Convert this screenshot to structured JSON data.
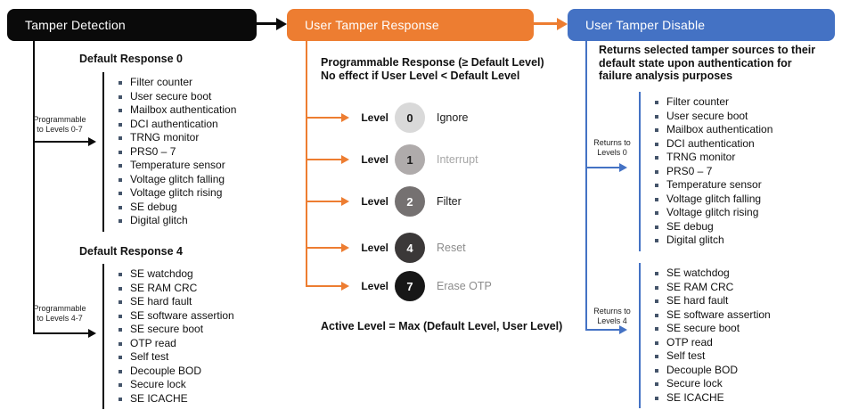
{
  "colors": {
    "box_black": "#0a0a0a",
    "box_orange": "#ED7D31",
    "box_blue": "#4472C4",
    "bullet": "#44546A"
  },
  "boxes": {
    "tamper_detection": "Tamper Detection",
    "user_tamper_response": "User Tamper Response",
    "user_tamper_disable": "User Tamper Disable"
  },
  "left": {
    "heading_0": "Default Response 0",
    "label_0_line1": "Programmable",
    "label_0_line2": "to Levels 0-7",
    "list_0": [
      "Filter counter",
      "User secure boot",
      "Mailbox authentication",
      "DCI authentication",
      "TRNG monitor",
      "PRS0 – 7",
      "Temperature sensor",
      "Voltage glitch falling",
      "Voltage glitch rising",
      "SE debug",
      "Digital glitch"
    ],
    "heading_4": "Default Response 4",
    "label_4_line1": "Programmable",
    "label_4_line2": "to Levels 4-7",
    "list_4": [
      "SE watchdog",
      "SE RAM CRC",
      "SE hard fault",
      "SE software assertion",
      "SE secure boot",
      "OTP read",
      "Self test",
      "Decouple BOD",
      "Secure lock",
      "SE ICACHE"
    ]
  },
  "middle": {
    "heading_line1": "Programmable Response (≥ Default Level)",
    "heading_line2": "No effect if User Level < Default Level",
    "level_word": "Level",
    "levels": [
      {
        "num": "0",
        "name": "Ignore",
        "circle_color": "#D9D9D9",
        "num_color": "#1a1a1a",
        "name_color": "#1a1a1a"
      },
      {
        "num": "1",
        "name": "Interrupt",
        "circle_color": "#AFABAB",
        "num_color": "#1a1a1a",
        "name_color": "#a6a6a6"
      },
      {
        "num": "2",
        "name": "Filter",
        "circle_color": "#757171",
        "num_color": "#ffffff",
        "name_color": "#1a1a1a"
      },
      {
        "num": "4",
        "name": "Reset",
        "circle_color": "#3B3838",
        "num_color": "#ffffff",
        "name_color": "#8c8c8c"
      },
      {
        "num": "7",
        "name": "Erase OTP",
        "circle_color": "#171717",
        "num_color": "#ffffff",
        "name_color": "#8c8c8c"
      }
    ],
    "footer": "Active Level = Max (Default Level, User Level)"
  },
  "right": {
    "heading_line1": "Returns selected tamper sources to their",
    "heading_line2": "default state upon authentication for",
    "heading_line3": "failure analysis purposes",
    "label_0_line1": "Returns to",
    "label_0_line2": "Levels 0",
    "list_0": [
      "Filter counter",
      "User secure boot",
      "Mailbox authentication",
      "DCI authentication",
      "TRNG monitor",
      "PRS0 – 7",
      "Temperature sensor",
      "Voltage glitch falling",
      "Voltage glitch rising",
      "SE debug",
      "Digital glitch"
    ],
    "label_4_line1": "Returns to",
    "label_4_line2": "Levels 4",
    "list_4": [
      "SE watchdog",
      "SE RAM CRC",
      "SE hard fault",
      "SE software assertion",
      "SE secure boot",
      "OTP read",
      "Self test",
      "Decouple BOD",
      "Secure lock",
      "SE ICACHE"
    ]
  }
}
